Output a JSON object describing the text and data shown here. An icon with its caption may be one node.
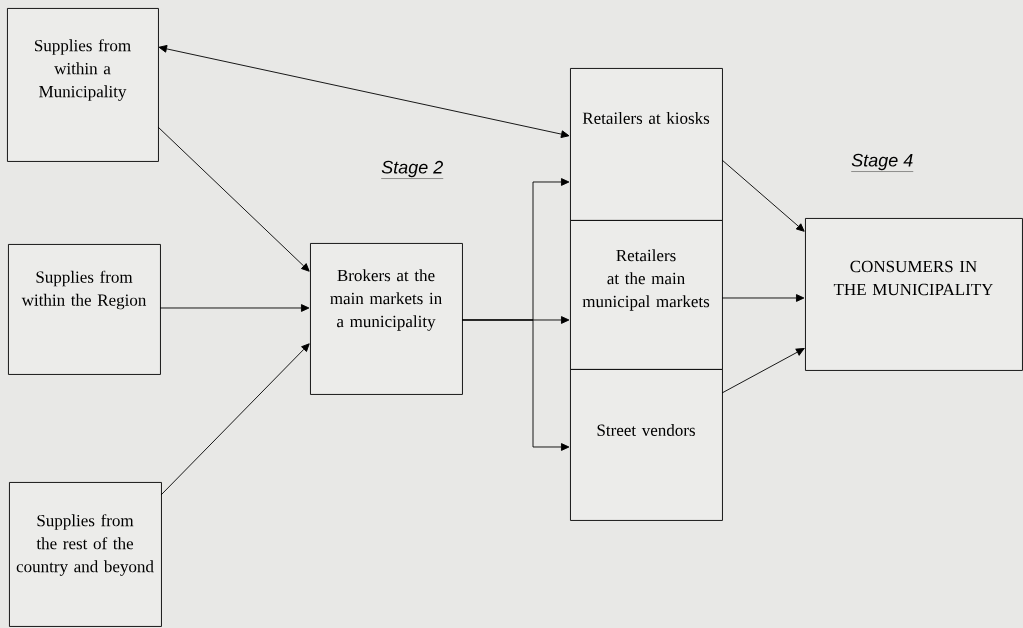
{
  "diagram": {
    "nodes": [
      {
        "text": [
          "Supplies from within a Municipality"
        ]
      },
      {
        "text": [
          "Supplies from within the Region"
        ]
      },
      {
        "text": [
          "Supplies from the rest of the country and beyond"
        ]
      },
      {
        "text": [
          "Brokers at the main markets in a municipality"
        ]
      },
      {
        "text": [
          "Retailers at kiosks"
        ]
      },
      {
        "text": [
          "Retailers at the main municipal markets"
        ]
      },
      {
        "text": [
          "Street vendors"
        ]
      },
      {
        "text": [
          "CONSUMERS IN THE MUNICIPALITY"
        ]
      }
    ],
    "edges": [
      {
        "from": 0,
        "to": 4,
        "arrow": "both"
      },
      {
        "from": 0,
        "to": 3,
        "arrow": "to"
      },
      {
        "from": 1,
        "to": 3,
        "arrow": "to"
      },
      {
        "from": 2,
        "to": 3,
        "arrow": "to"
      },
      {
        "from": 3,
        "to": 4,
        "arrow": "to"
      },
      {
        "from": 3,
        "to": 5,
        "arrow": "to"
      },
      {
        "from": 3,
        "to": 6,
        "arrow": "to"
      },
      {
        "from": 4,
        "to": 7,
        "arrow": "to"
      },
      {
        "from": 5,
        "to": 7,
        "arrow": "to"
      },
      {
        "from": 6,
        "to": 7,
        "arrow": "to"
      }
    ],
    "labels": [
      "Stage 2",
      "Stage 4"
    ]
  }
}
